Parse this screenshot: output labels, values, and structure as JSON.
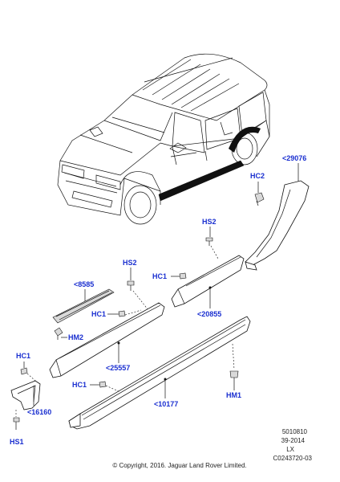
{
  "colors": {
    "callout": "#1a2fd0",
    "line": "#111111",
    "trim": "#111111"
  },
  "callouts": {
    "p29076": "<29076",
    "hc2": "HC2",
    "hs2_upper": "HS2",
    "hs2_mid": "HS2",
    "hc1_mid": "HC1",
    "p20855": "<20855",
    "p8585": "<8585",
    "hc1_left": "HC1",
    "hm2": "HM2",
    "hc1_far": "HC1",
    "p25557": "<25557",
    "p16160": "<16160",
    "hs1": "HS1",
    "hc1_bottom": "HC1",
    "p10177": "<10177",
    "hm1": "HM1"
  },
  "meta": {
    "line1": "5010810",
    "line2": "39-2014",
    "line3": "LX",
    "line4": "C0243720-03"
  },
  "copyright": "© Copyright, 2016. Jaguar Land Rover Limited."
}
